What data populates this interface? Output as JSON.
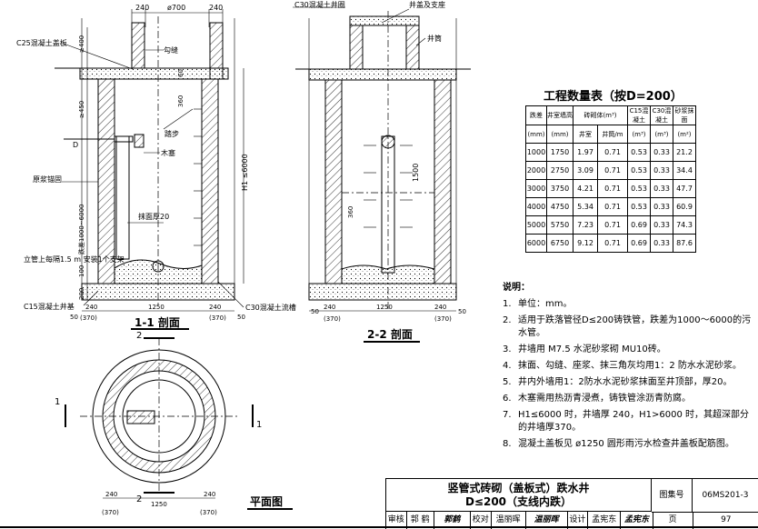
{
  "section11": {
    "title": "1-1 剖面",
    "dims_top": [
      "240",
      "ø700",
      "240"
    ],
    "dims_bottom": [
      "50",
      "240",
      "1250",
      "240",
      "50"
    ],
    "dims_bottom2": [
      "(370)",
      "(370)"
    ],
    "labels": {
      "cover": "C25混凝土盖板",
      "joint": "勾缝",
      "step": "踏步",
      "plug": "木塞",
      "plaster": "抹面厚20",
      "tube_clamp": "原浆锚固",
      "bracket": "立管上每隔1.5 m 安装1个支架",
      "base": "C15混凝土井基",
      "channel": "C30混凝土流槽",
      "dim_h1": "H1 ≤6000",
      "dim_drop": "跌差1000~6000",
      "dim_400": "≥400",
      "dim_450": "≥450",
      "dim_100": "100",
      "dim_200": "200",
      "dim_60": "60",
      "dim_360": "360",
      "dim_D": "D"
    }
  },
  "section22": {
    "title": "2-2 剖面",
    "labels": {
      "top_concrete": "C30混凝土井圈",
      "cover_seat": "井盖及支座",
      "neck": "井筒",
      "dim_1500": "1500",
      "dim_360": "360"
    },
    "dims_bottom": [
      "50",
      "240",
      "1250",
      "240",
      "50"
    ],
    "dims_bottom2": [
      "(370)",
      "(370)"
    ]
  },
  "plan": {
    "title": "平面图",
    "markers": [
      "1",
      "1",
      "2",
      "2"
    ],
    "dims_bottom": [
      "240",
      "1250",
      "240"
    ],
    "dims_bottom2": [
      "(370)",
      "(370)"
    ]
  },
  "table": {
    "title": "工程数量表（按D=200）",
    "headers": [
      "跌差",
      "井室墙高",
      "砖砌体(m³)",
      "C15混凝土",
      "C30混凝土",
      "砂浆抹面"
    ],
    "subheaders": [
      "(mm)",
      "(mm)",
      "井室",
      "井筒/m",
      "(m³)",
      "(m³)",
      "(m²)"
    ],
    "rows": [
      [
        "1000",
        "1750",
        "1.97",
        "0.71",
        "0.53",
        "0.33",
        "21.2"
      ],
      [
        "2000",
        "2750",
        "3.09",
        "0.71",
        "0.53",
        "0.33",
        "34.4"
      ],
      [
        "3000",
        "3750",
        "4.21",
        "0.71",
        "0.53",
        "0.33",
        "47.7"
      ],
      [
        "4000",
        "4750",
        "5.34",
        "0.71",
        "0.53",
        "0.33",
        "60.9"
      ],
      [
        "5000",
        "5750",
        "7.23",
        "0.71",
        "0.69",
        "0.33",
        "74.3"
      ],
      [
        "6000",
        "6750",
        "9.12",
        "0.71",
        "0.69",
        "0.33",
        "87.6"
      ]
    ]
  },
  "notes": {
    "title": "说明：",
    "items": [
      {
        "num": "1.",
        "text": "单位：mm。"
      },
      {
        "num": "2.",
        "text": "适用于跌落管径D≤200铸铁管，跌差为1000～6000的污水管。"
      },
      {
        "num": "3.",
        "text": "井墙用 M7.5 水泥砂浆砌 MU10砖。"
      },
      {
        "num": "4.",
        "text": "抹面、勾缝、座浆、抹三角灰均用1：2 防水水泥砂浆。"
      },
      {
        "num": "5.",
        "text": "井内外墙用1：2防水水泥砂浆抹面至井顶部，厚20。"
      },
      {
        "num": "6.",
        "text": "木塞需用热沥青浸煮，铸铁管涂沥青防腐。"
      },
      {
        "num": "7.",
        "text": "H1≤6000 时，井墙厚 240，H1>6000 时，其超深部分的井墙厚370。"
      },
      {
        "num": "8.",
        "text": "混凝土盖板见 ø1250 圆形雨污水检查井盖板配筋图。"
      }
    ]
  },
  "titleblock": {
    "title_line1": "竖管式砖砌（盖板式）跌水井",
    "title_line2": "D≤200（支线内跌）",
    "atlas_label": "图集号",
    "atlas_value": "06MS201-3",
    "review_label": "审核",
    "review_name": "郭  鹤",
    "review_sig": "郭鹤",
    "check_label": "校对",
    "check_name": "温丽晖",
    "check_sig": "温丽晖",
    "design_label": "设计",
    "design_name": "孟宪东",
    "design_sig": "孟宪东",
    "page_label": "页",
    "page_value": "97"
  }
}
